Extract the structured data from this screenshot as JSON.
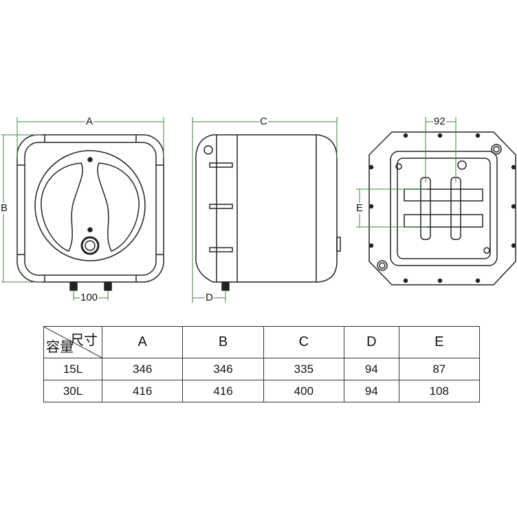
{
  "diagram": {
    "front_view": {
      "width_label": "A",
      "height_label": "B",
      "pipe_spacing_label": "100"
    },
    "side_view": {
      "depth_label": "C",
      "pipe_offset_label": "D"
    },
    "back_view": {
      "bracket_spacing_label": "92",
      "bracket_height_label": "E"
    },
    "dimension_line_color": "#3a8a3a"
  },
  "table": {
    "corner_top": "尺寸",
    "corner_bottom": "容量",
    "columns": [
      "A",
      "B",
      "C",
      "D",
      "E"
    ],
    "rows": [
      {
        "capacity": "15L",
        "values": [
          "346",
          "346",
          "335",
          "94",
          "87"
        ]
      },
      {
        "capacity": "30L",
        "values": [
          "416",
          "416",
          "400",
          "94",
          "108"
        ]
      }
    ]
  }
}
